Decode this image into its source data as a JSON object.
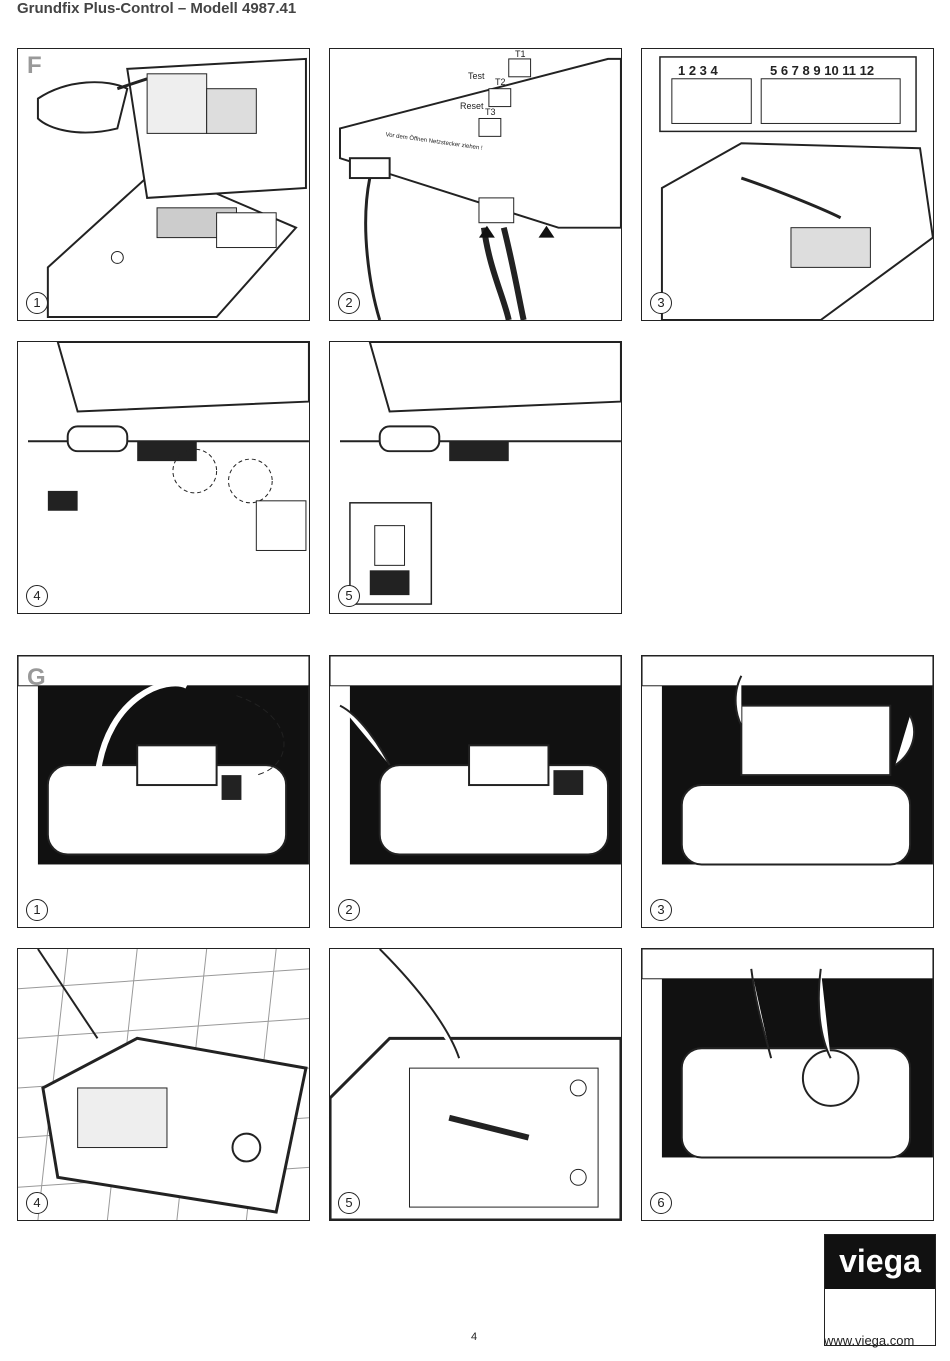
{
  "header": {
    "title": "Grundfix Plus-Control – Modell 4987.41"
  },
  "section_f": {
    "letter": "F",
    "panels": [
      {
        "number": "1"
      },
      {
        "number": "2",
        "labels": {
          "t1": "T1",
          "test": "Test",
          "t2": "T2",
          "reset": "Reset",
          "t3": "T3",
          "warning": "Vor dem Öffnen Netzstecker ziehen !"
        }
      },
      {
        "number": "3",
        "terminals_left": "1 2 3 4",
        "terminals_right": "5 6 7 8 9 10 11 12"
      },
      {
        "number": "4"
      },
      {
        "number": "5"
      }
    ]
  },
  "section_g": {
    "letter": "G",
    "panels": [
      {
        "number": "1"
      },
      {
        "number": "2"
      },
      {
        "number": "3"
      },
      {
        "number": "4"
      },
      {
        "number": "5"
      },
      {
        "number": "6"
      }
    ]
  },
  "footer": {
    "page_number": "4",
    "brand": "viega",
    "url": "www.viega.com"
  }
}
